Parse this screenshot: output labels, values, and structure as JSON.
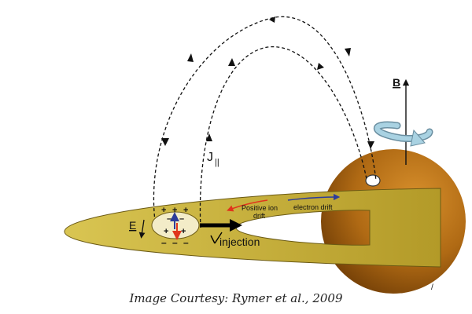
{
  "labels": {
    "b_field": "B",
    "e_field": "E",
    "j_parallel": "J",
    "j_subscript": "||",
    "injection": "injection",
    "positive_ion_drift_line1": "Positive ion",
    "positive_ion_drift_line2": "drift",
    "electron_drift": "electron drift",
    "plus": "+",
    "minus": "–",
    "stray_mark": "/"
  },
  "caption": "Image Courtesy: Rymer et al., 2009",
  "colors": {
    "planet": "#b06a14",
    "ring": "#cdb63c",
    "ring_outline": "#6b5a14",
    "injection_cell": "#f3ecc8",
    "positive_ion": "#e0351c",
    "electron": "#2d3c9a",
    "rotation_arrow": "#a9d2e2",
    "field_lines": "#111111"
  }
}
